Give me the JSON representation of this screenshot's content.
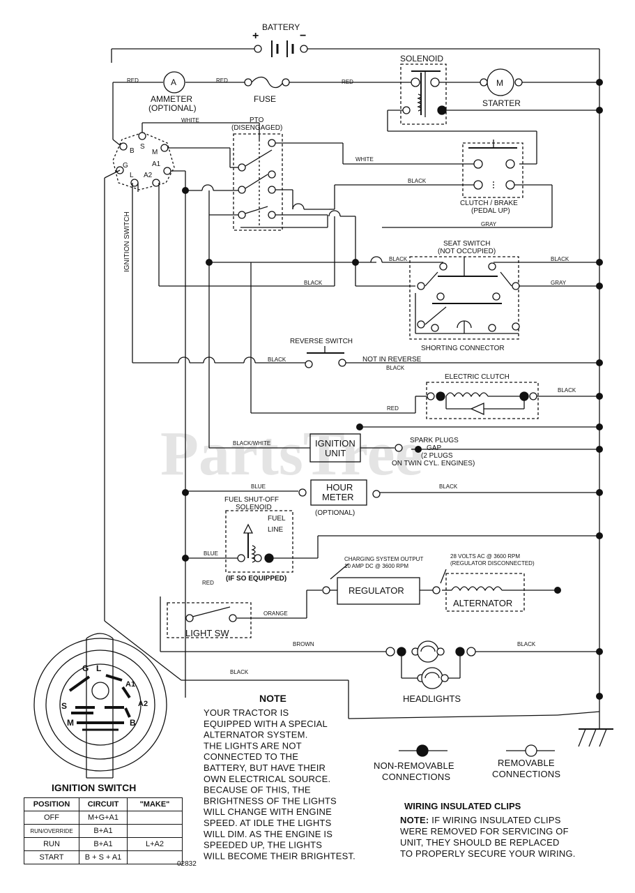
{
  "watermark": "PartsTree",
  "components": {
    "battery": "BATTERY",
    "plus": "+",
    "minus": "−",
    "solenoid": "SOLENOID",
    "ammeter": "AMMETER",
    "ammeter_optional": "(OPTIONAL)",
    "ammeter_symbol": "A",
    "fuse": "FUSE",
    "starter": "STARTER",
    "starter_symbol": "M",
    "pto": "PTO",
    "pto_state": "(DISENGAGED)",
    "clutch_brake": "CLUTCH / BRAKE",
    "clutch_brake_state": "(PEDAL UP)",
    "seat_switch": "SEAT SWITCH",
    "seat_switch_state": "(NOT OCCUPIED)",
    "shorting_connector": "SHORTING CONNECTOR",
    "reverse_switch": "REVERSE SWITCH",
    "not_in_reverse": "NOT IN REVERSE",
    "electric_clutch": "ELECTRIC CLUTCH",
    "ignition_unit_1": "IGNITION",
    "ignition_unit_2": "UNIT",
    "spark_plugs_1": "SPARK PLUGS",
    "spark_plugs_2": "GAP",
    "spark_plugs_3": "(2 PLUGS",
    "spark_plugs_4": "ON TWIN CYL. ENGINES)",
    "hour_meter_1": "HOUR",
    "hour_meter_2": "METER",
    "hour_meter_optional": "(OPTIONAL)",
    "fuel_solenoid_1": "FUEL SHUT-OFF",
    "fuel_solenoid_2": "SOLENOID",
    "fuel_line_1": "FUEL",
    "fuel_line_2": "LINE",
    "if_so_equipped": "(IF SO EQUIPPED)",
    "charging_output_1": "CHARGING SYSTEM OUTPUT",
    "charging_output_2": "10 AMP DC @ 3600 RPM",
    "regulator": "REGULATOR",
    "alternator_spec_1": "28 VOLTS AC @ 3600 RPM",
    "alternator_spec_2": "(REGULATOR DISCONNECTED)",
    "alternator": "ALTERNATOR",
    "light_sw": "LIGHT SW",
    "headlights": "HEADLIGHTS",
    "ignition_switch_vertical": "IGNITION SWITCH"
  },
  "terminals": {
    "b": "B",
    "s": "S",
    "m": "M",
    "g": "G",
    "l": "L",
    "a1": "A1",
    "a2": "A2"
  },
  "wires": {
    "red": "RED",
    "white": "WHITE",
    "black": "BLACK",
    "gray": "GRAY",
    "blue": "BLUE",
    "black_white": "BLACK/WHITE",
    "orange": "ORANGE",
    "brown": "BROWN"
  },
  "note": {
    "title": "NOTE",
    "lines": [
      "YOUR TRACTOR IS",
      "EQUIPPED WITH A SPECIAL",
      "ALTERNATOR SYSTEM.",
      "THE LIGHTS ARE NOT",
      "CONNECTED TO THE",
      "BATTERY, BUT HAVE THEIR",
      "OWN ELECTRICAL SOURCE.",
      "BECAUSE OF THIS, THE",
      "BRIGHTNESS OF THE LIGHTS",
      "WILL CHANGE WITH ENGINE",
      "SPEED.  AT IDLE THE LIGHTS",
      "WILL DIM.  AS THE ENGINE IS",
      "SPEEDED UP, THE LIGHTS",
      "WILL BECOME THEIR BRIGHTEST."
    ]
  },
  "legend": {
    "non_removable_1": "NON-REMOVABLE",
    "non_removable_2": "CONNECTIONS",
    "removable_1": "REMOVABLE",
    "removable_2": "CONNECTIONS"
  },
  "clips": {
    "title": "WIRING INSULATED CLIPS",
    "note_label": "NOTE:",
    "line1": " IF WIRING INSULATED CLIPS",
    "line2": "WERE REMOVED FOR SERVICING OF",
    "line3": "UNIT, THEY SHOULD BE REPLACED",
    "line4": "TO PROPERLY SECURE YOUR WIRING."
  },
  "ignition_switch": {
    "title": "IGNITION SWITCH",
    "headers": [
      "POSITION",
      "CIRCUIT",
      "\"MAKE\""
    ],
    "rows": [
      [
        "OFF",
        "M+G+A1",
        ""
      ],
      [
        "RUN/OVERRIDE",
        "B+A1",
        ""
      ],
      [
        "RUN",
        "B+A1",
        "L+A2"
      ],
      [
        "START",
        "B + S + A1",
        ""
      ]
    ]
  },
  "drawing_code": "02832"
}
